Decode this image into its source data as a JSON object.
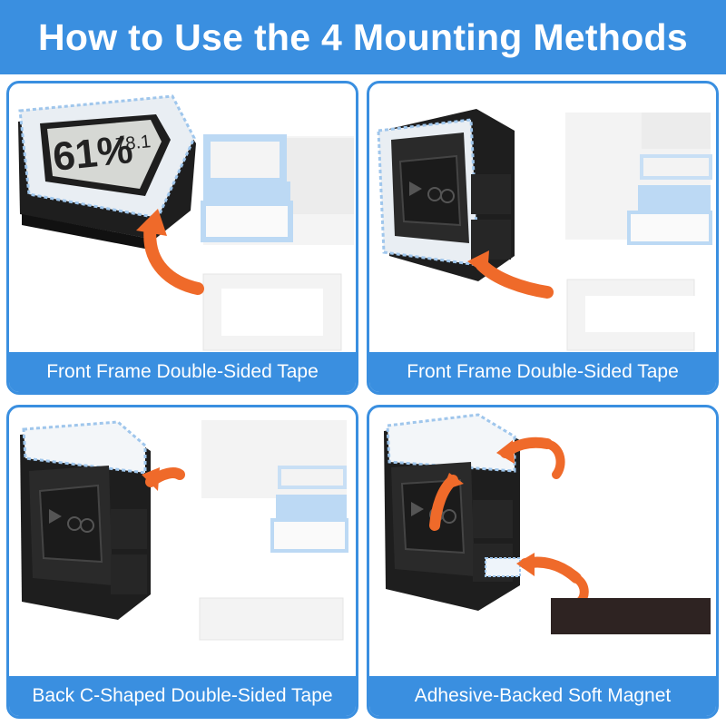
{
  "header": {
    "title": "How to Use the 4 Mounting Methods"
  },
  "panels": [
    {
      "caption": "Front Frame Double-Sided Tape",
      "display": {
        "reading_large": "61%",
        "reading_small": "78.1"
      }
    },
    {
      "caption": "Front Frame Double-Sided Tape"
    },
    {
      "caption": "Back C-Shaped Double-Sided Tape"
    },
    {
      "caption": "Adhesive-Backed Soft Magnet"
    }
  ],
  "colors": {
    "banner": "#3a8fe0",
    "arrow": "#ef6a2a",
    "device": "#1e1e1e",
    "tape": "#f3f3f3",
    "tape_highlight": "#bcd9f4",
    "magnet": "#2e2322"
  }
}
